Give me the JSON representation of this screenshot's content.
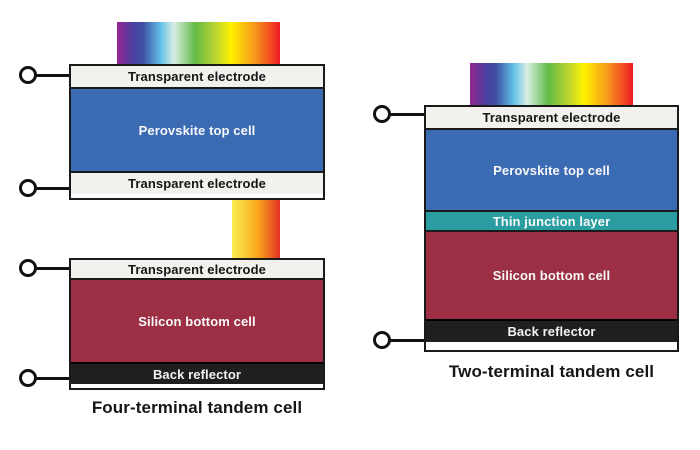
{
  "four_terminal": {
    "caption": "Four-terminal tandem cell",
    "top_unit": {
      "layers": [
        "Transparent electrode",
        "Perovskite top cell",
        "Transparent electrode"
      ]
    },
    "bottom_unit": {
      "layers": [
        "Transparent electrode",
        "Silicon bottom cell",
        "Back reflector"
      ]
    },
    "terminal_count": 4
  },
  "two_terminal": {
    "caption": "Two-terminal tandem cell",
    "layers": [
      "Transparent electrode",
      "Perovskite top cell",
      "Thin junction layer",
      "Silicon bottom cell",
      "Back reflector"
    ],
    "terminal_count": 2
  },
  "icons": {
    "incident_light": "full-spectrum-gradient-bar",
    "transmitted_light": "yellow-to-red-light-beam",
    "terminal": "open-circle-terminal-with-lead"
  },
  "colors": {
    "perovskite_blue": "#3b6bb2",
    "junction_teal": "#2a9da0",
    "silicon_red": "#9c2f43",
    "reflector_black": "#1f1f1f",
    "electrode_white": "#f2f1ee",
    "outline": "#1a1a1a",
    "spectrum_left": "#93278f",
    "spectrum_right": "#ed1c24",
    "beam_left": "#f9ed54",
    "beam_right": "#e23127"
  }
}
